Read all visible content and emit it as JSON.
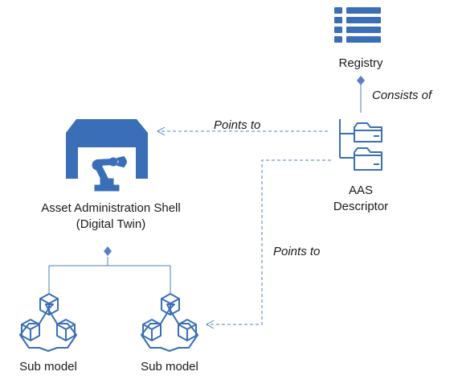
{
  "registry": {
    "label": "Registry",
    "icon": "registry-list-icon"
  },
  "consists_of": {
    "label": "Consists of"
  },
  "descriptor": {
    "label_line1": "AAS",
    "label_line2": "Descriptor",
    "icon": "folder-tree-icon"
  },
  "points_to_shell": {
    "label": "Points to"
  },
  "points_to_submodel": {
    "label": "Points to"
  },
  "shell": {
    "label_line1": "Asset Administration Shell",
    "label_line2": "(Digital Twin)",
    "icon": "robot-arm-shell-icon"
  },
  "submodels": [
    {
      "label": "Sub model",
      "icon": "cubes-icon"
    },
    {
      "label": "Sub model",
      "icon": "cubes-icon"
    }
  ],
  "colors": {
    "primary": "#3a6fb7",
    "line": "#4f81bd",
    "diamond": "#5b7fc7"
  }
}
